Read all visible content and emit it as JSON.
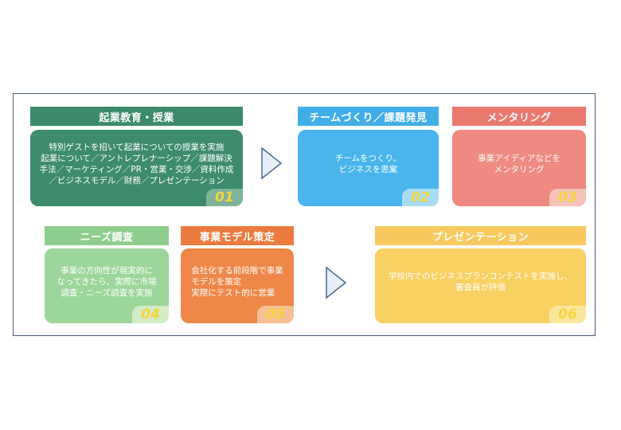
{
  "steps": [
    {
      "title": "起業教育・授業",
      "body": "特別ゲストを招いて起業についての授業を実施\n起業について／アントレプレナーシップ／課題解決\n手法／マーケティング／PR・営業・交渉／資料作成\n／ビジネスモデル／財務／プレゼンテーション",
      "num": "01"
    },
    {
      "title": "チームづくり／課題発見",
      "body": "チームをつくり、\nビジネスを思案",
      "num": "02"
    },
    {
      "title": "メンタリング",
      "body": "事業アイディアなどを\nメンタリング",
      "num": "03"
    },
    {
      "title": "ニーズ調査",
      "body": "事業の方向性が現実的に\nなってきたら、実際に市場\n調査・ニーズ調査を実施",
      "num": "04"
    },
    {
      "title": "事業モデル策定",
      "body": "会社化する前段階で事業\nモデルを策定\n実際にテスト的に営業",
      "num": "05"
    },
    {
      "title": "プレゼンテーション",
      "body": "学校内でのビジネスプランコンテストを実施し、\n審査員が評価",
      "num": "06"
    }
  ],
  "colors": {
    "step1_header": "#3a8a6b",
    "step1_card": "#3e8b6e",
    "step2_header": "#41aee6",
    "step2_card": "#4ab5ec",
    "step3_header": "#e9786f",
    "step3_card": "#ee8a82",
    "step4_header": "#8fcd8e",
    "step4_card": "#9dd69b",
    "step5_header": "#eb7a3f",
    "step5_card": "#ee8748",
    "step6_header": "#f7c95e",
    "step6_card": "#f9d062",
    "number": "#f5d53b",
    "frame": "#4b5a78",
    "arrow_stroke": "#4b6a8f",
    "arrow_fill": "#e8eef7"
  },
  "icons": [
    "arrow-right-icon",
    "arrow-right-icon"
  ]
}
